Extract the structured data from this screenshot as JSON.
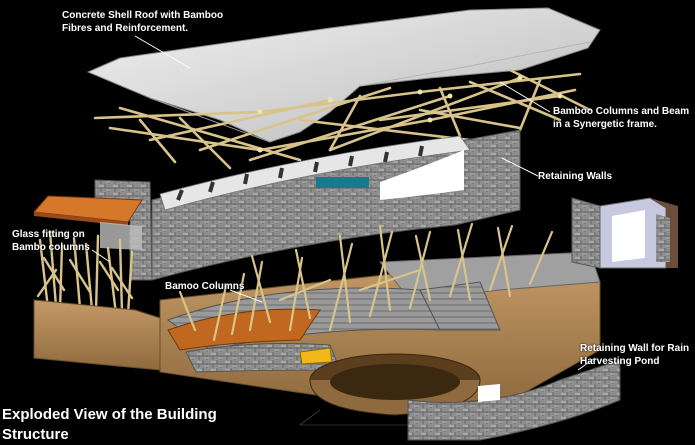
{
  "labels": {
    "roof": [
      "Concrete Shell Roof with Bamboo",
      "Fibres and Reinforcement."
    ],
    "frame": [
      "Bamboo Columns and Beam",
      "in a Synergetic frame."
    ],
    "retaining": [
      "Retaining Walls"
    ],
    "glass": [
      "Glass fitting on",
      "Bambo columns"
    ],
    "columns": [
      "Bamoo Columns"
    ],
    "pond": [
      "Retaining Wall for Rain",
      "Harvesting Pond"
    ]
  },
  "caption": [
    "Exploded View of the Building",
    "Structure"
  ],
  "colors": {
    "background": "#000000",
    "label": "#ffffff",
    "roof": "#d9d9d9",
    "bamboo": "#d8c48a",
    "stone": "#8c8c8c",
    "earth": "#b08a58",
    "floor_wood": "#c06820",
    "window_accent": "#1a7a8a"
  }
}
